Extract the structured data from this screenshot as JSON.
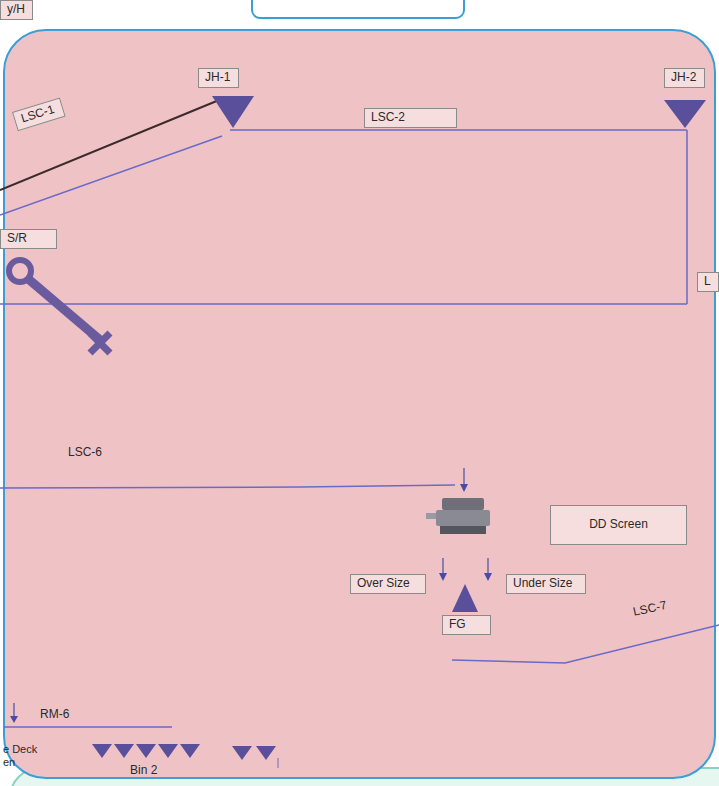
{
  "diagram": {
    "nodes": [
      {
        "text": [
          "y/H"
        ]
      },
      {
        "text": [
          "JH-1"
        ]
      },
      {
        "text": [
          "JH-2"
        ]
      },
      {
        "text": [
          "LSC-1"
        ]
      },
      {
        "text": [
          "LSC-2"
        ]
      },
      {
        "text": [
          "S/R"
        ]
      },
      {
        "text": [
          "L"
        ]
      },
      {
        "text": [
          "DD Screen"
        ]
      },
      {
        "text": [
          "Over Size"
        ]
      },
      {
        "text": [
          "Under Size"
        ]
      },
      {
        "text": [
          "FG"
        ]
      }
    ],
    "labels": [
      "LSC-6",
      "LSC-7",
      "RM-6",
      "e Deck en",
      "Bin 2"
    ]
  }
}
